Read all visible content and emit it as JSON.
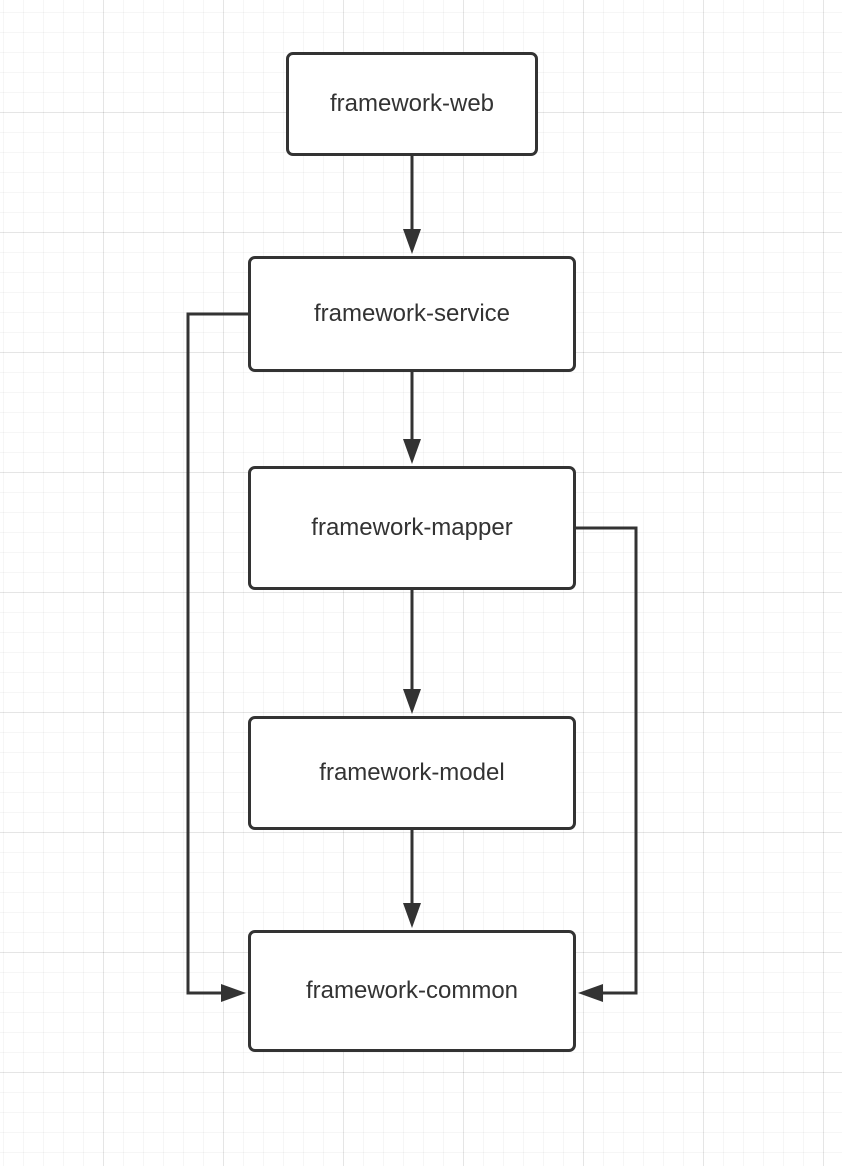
{
  "diagram": {
    "nodes": [
      {
        "id": "web",
        "label": "framework-web"
      },
      {
        "id": "service",
        "label": "framework-service"
      },
      {
        "id": "mapper",
        "label": "framework-mapper"
      },
      {
        "id": "model",
        "label": "framework-model"
      },
      {
        "id": "common",
        "label": "framework-common"
      }
    ],
    "edges": [
      {
        "from": "web",
        "to": "service"
      },
      {
        "from": "service",
        "to": "mapper"
      },
      {
        "from": "mapper",
        "to": "model"
      },
      {
        "from": "model",
        "to": "common"
      },
      {
        "from": "service",
        "to": "common"
      },
      {
        "from": "mapper",
        "to": "common"
      }
    ],
    "colors": {
      "stroke": "#333333",
      "text": "#333333",
      "node_fill": "#ffffff",
      "grid": "#ebebeb"
    }
  }
}
